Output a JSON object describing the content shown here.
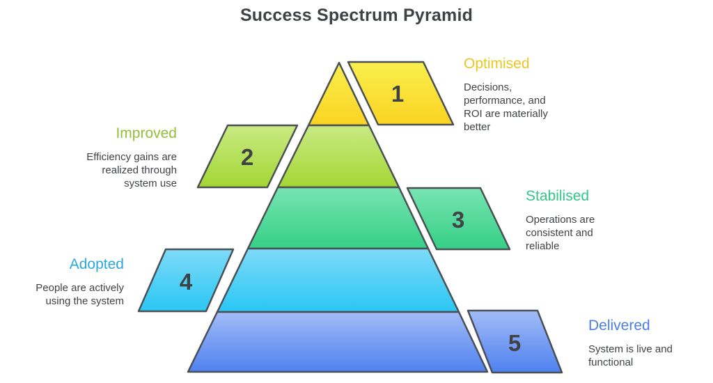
{
  "title": "Success Spectrum Pyramid",
  "text_color": "#3f4245",
  "outline_color": "#4a4f55",
  "background_color": "#ffffff",
  "levels": [
    {
      "number": "1",
      "name": "Optimised",
      "description": "Decisions,\nperformance, and\nROI are materially\nbetter",
      "side": "right",
      "label_color": "#e9c822",
      "fill_top": "#f9ef4e",
      "fill_bottom": "#fbd322"
    },
    {
      "number": "2",
      "name": "Improved",
      "description": "Efficiency gains are\nrealized through\nsystem use",
      "side": "left",
      "label_color": "#92bf3b",
      "fill_top": "#c9ea84",
      "fill_bottom": "#a3d633"
    },
    {
      "number": "3",
      "name": "Stabilised",
      "description": "Operations are\nconsistent and\nreliable",
      "side": "right",
      "label_color": "#33c68a",
      "fill_top": "#78e4b1",
      "fill_bottom": "#35d087"
    },
    {
      "number": "4",
      "name": "Adopted",
      "description": "People are actively\nusing the system",
      "side": "left",
      "label_color": "#2ba7d8",
      "fill_top": "#7edaf8",
      "fill_bottom": "#2ac7f4"
    },
    {
      "number": "5",
      "name": "Delivered",
      "description": "System is live and\nfunctional",
      "side": "right",
      "label_color": "#4b7de2",
      "fill_top": "#a2bcf8",
      "fill_bottom": "#4f81ef"
    }
  ]
}
